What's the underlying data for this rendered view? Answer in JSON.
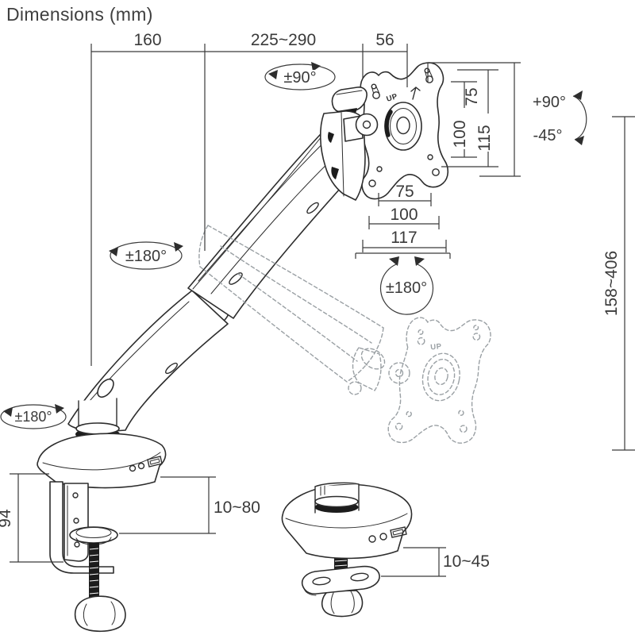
{
  "title": "Dimensions (mm)",
  "dimensions": {
    "base_to_elbow": "160",
    "arm_reach": "225~290",
    "head_depth": "56",
    "vesa_vertical_75": "75",
    "vesa_vertical_100": "100",
    "plate_height": "115",
    "vesa_horizontal_75": "75",
    "vesa_horizontal_100": "100",
    "plate_width": "117",
    "height_range": "158~406",
    "clamp_body_height": "94",
    "clamp_desk_thickness": "10~80",
    "grommet_desk_thickness": "10~45"
  },
  "rotations": {
    "head_swivel": "±90°",
    "tilt_up": "+90°",
    "tilt_down": "-45°",
    "arm_rotation": "±180°",
    "plate_rotation": "±180°",
    "base_rotation": "±180°"
  },
  "markings": {
    "vesa_up": "UP",
    "vesa_up_ghost": "UP"
  },
  "colors": {
    "line": "#2d2d2d",
    "dimension": "#3a3a3a",
    "ghost": "#9aa0a4",
    "accent_dark": "#1c1c1c",
    "background": "#ffffff"
  }
}
